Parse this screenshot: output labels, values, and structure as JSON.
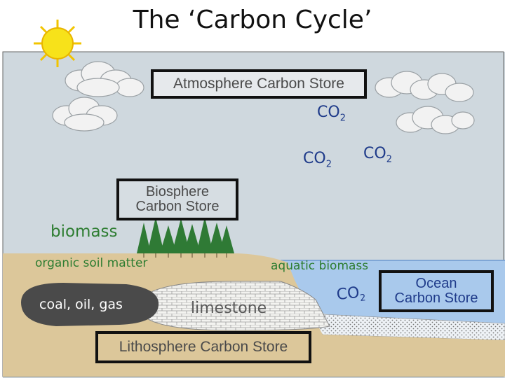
{
  "title": "The ‘Carbon Cycle’",
  "stores": {
    "atmosphere": "Atmosphere Carbon Store",
    "biosphere": "Biosphere\nCarbon Store",
    "ocean": "Ocean\nCarbon Store",
    "lithosphere": "Lithosphere Carbon Store"
  },
  "co2": {
    "base": "CO",
    "sub": "2"
  },
  "labels": {
    "biomass": "biomass",
    "organic_soil": "organic soil matter",
    "aquatic_biomass": "aquatic biomass",
    "coal": "coal, oil, gas",
    "limestone": "limestone"
  },
  "colors": {
    "sky": "#cfd8de",
    "soil": "#dcc79a",
    "ocean": "#a9c9ec",
    "fossil": "#4a4a4a",
    "trees": "#2f7a35",
    "sun": "#f7d812",
    "biomass_text": "#2e7d32",
    "soil_text": "#2e7d32",
    "co2_text": "#1f3b8a"
  }
}
